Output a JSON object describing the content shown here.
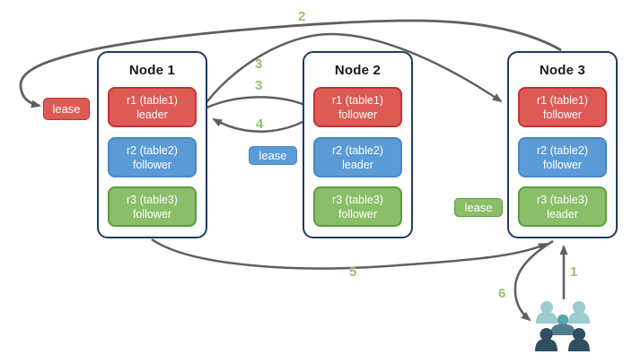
{
  "nodes": [
    {
      "title": "Node 1",
      "replicas": [
        {
          "line1": "r1 (table1)",
          "line2": "leader",
          "color": "red"
        },
        {
          "line1": "r2 (table2)",
          "line2": "follower",
          "color": "blue"
        },
        {
          "line1": "r3 (table3)",
          "line2": "follower",
          "color": "green"
        }
      ]
    },
    {
      "title": "Node 2",
      "replicas": [
        {
          "line1": "r1 (table1)",
          "line2": "follower",
          "color": "red"
        },
        {
          "line1": "r2 (table2)",
          "line2": "leader",
          "color": "blue"
        },
        {
          "line1": "r3 (table3)",
          "line2": "follower",
          "color": "green"
        }
      ]
    },
    {
      "title": "Node 3",
      "replicas": [
        {
          "line1": "r1 (table1)",
          "line2": "follower",
          "color": "red"
        },
        {
          "line1": "r2 (table2)",
          "line2": "follower",
          "color": "blue"
        },
        {
          "line1": "r3 (table3)",
          "line2": "leader",
          "color": "green"
        }
      ]
    }
  ],
  "leases": [
    {
      "label": "lease",
      "color": "red"
    },
    {
      "label": "lease",
      "color": "blue"
    },
    {
      "label": "lease",
      "color": "green"
    }
  ],
  "steps": {
    "one": "1",
    "two": "2",
    "three_a": "3",
    "three_b": "3",
    "four": "4",
    "five": "5",
    "six": "6"
  },
  "icons": {
    "users_group": "users-group-icon"
  },
  "colors": {
    "background": "#ffffff",
    "node_bg": "#ffffff",
    "node_border": "#1f3a61",
    "title_color": "#1a1a1a",
    "box_text": "#ffffff",
    "lease_text": "#ffffff",
    "red_fill": "#dd5a55",
    "red_border": "#c53430",
    "blue_fill": "#5b9bd5",
    "blue_border": "#4788c4",
    "green_fill": "#8abe68",
    "green_border": "#5f9a43",
    "arrow_color": "#5f5f5f",
    "step_color": "#94c36f",
    "users_light": "#9bcbce",
    "users_mid_head": "#5fa3ab",
    "users_mid_body": "#4d7e8e",
    "users_dark": "#2e4f5f"
  }
}
